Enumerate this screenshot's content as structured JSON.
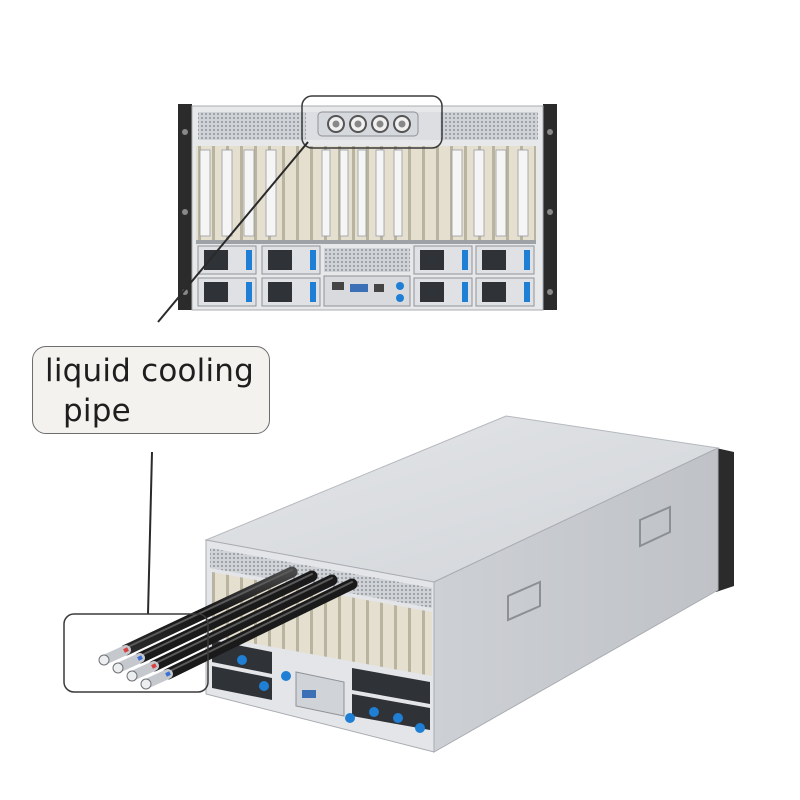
{
  "callout": {
    "line1": "liquid cooling",
    "line2": "pipe"
  },
  "colors": {
    "chassis": "#d9dbde",
    "chassis_side": "#c9ccd1",
    "pipe": "#1a1a1a",
    "connector_accent": "#1f7fd4",
    "rack_ear": "#2b2b2b",
    "psu_dark": "#2f3237",
    "label_bg": "#f4f2ef"
  },
  "figure": {
    "top_view": "server rear view with liquid cooling ports",
    "bottom_view": "server isometric view with liquid cooling pipes attached"
  }
}
